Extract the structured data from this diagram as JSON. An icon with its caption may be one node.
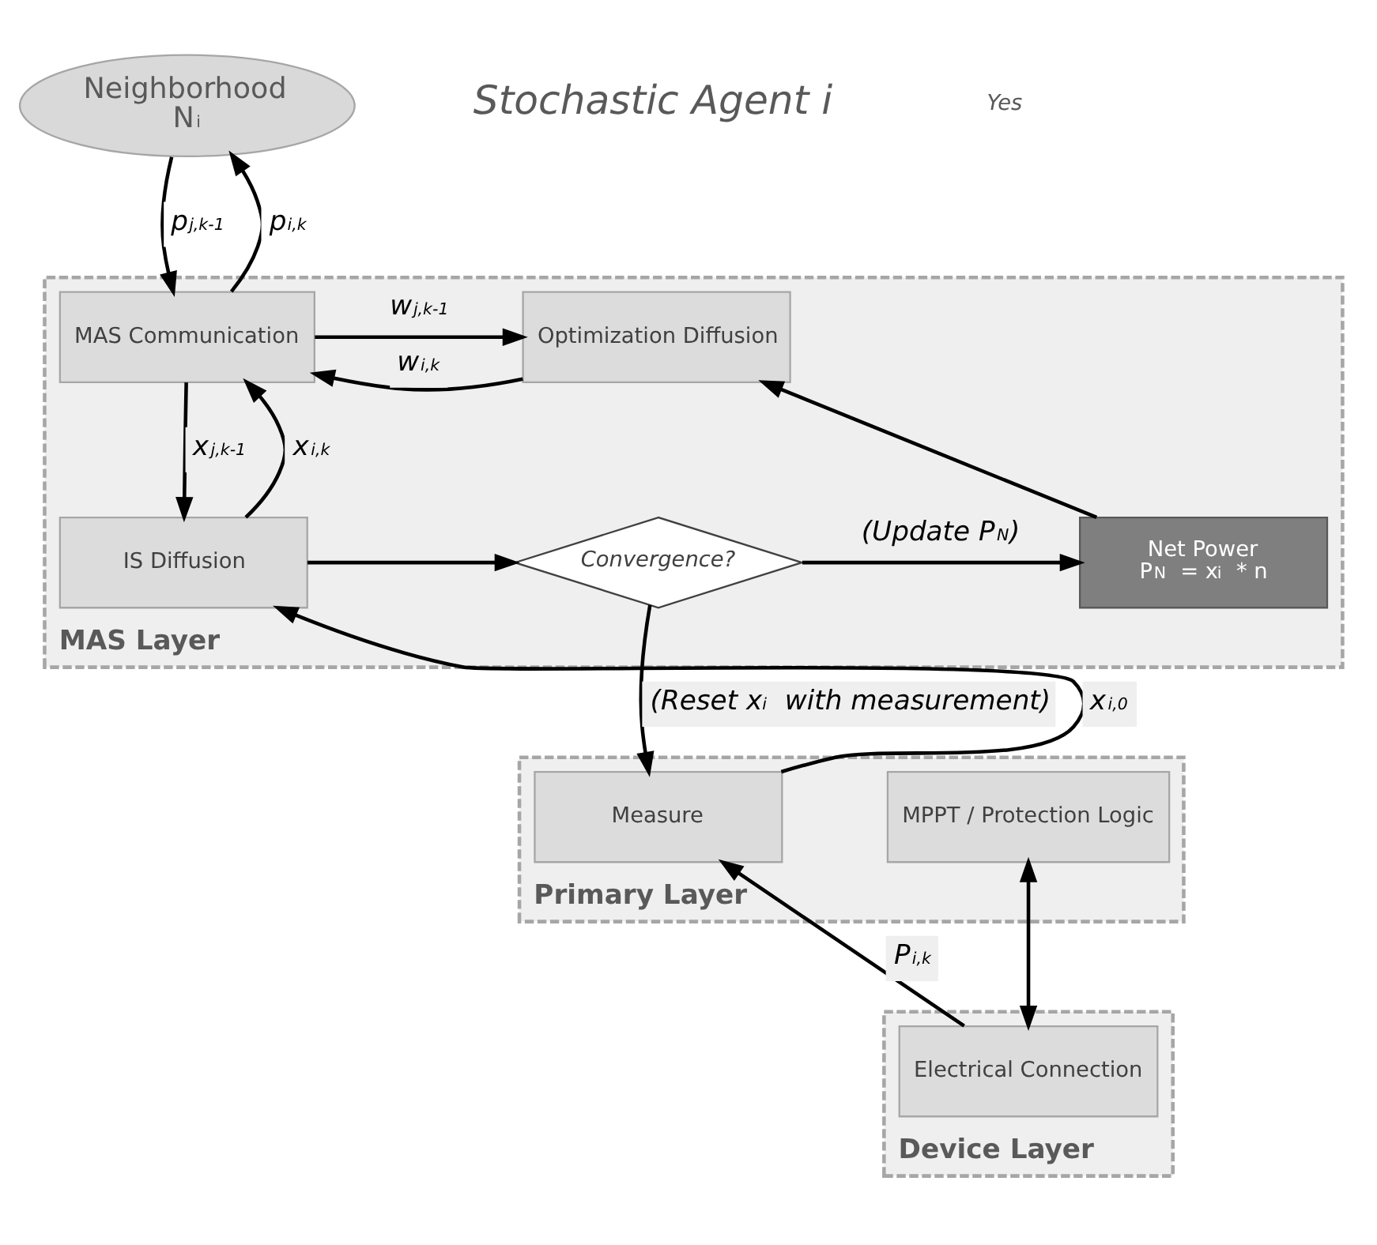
{
  "diagram": {
    "nodes": [
      {
        "text": [
          "Neighborhood",
          "N$_{i}$"
        ]
      },
      {
        "text": [
          "MAS Layer"
        ]
      },
      {
        "text": [
          "Optimization Diffusion"
        ],
        "in": 1
      },
      {
        "text": [
          "MAS Communication"
        ],
        "in": 1
      },
      {
        "text": [
          "Net Power",
          "P$_{N}$ = x$_{i}$ * n"
        ],
        "in": 1
      },
      {
        "text": [
          "Convergence?"
        ],
        "in": 1
      },
      {
        "text": [
          "IS Diffusion"
        ],
        "in": 1
      },
      {
        "text": [
          "Primary Layer"
        ]
      },
      {
        "text": [
          "MPPT / Protection Logic"
        ],
        "in": 7
      },
      {
        "text": [
          "Measure"
        ],
        "in": 7
      },
      {
        "text": [
          "Device Layer"
        ]
      },
      {
        "text": [
          "Electrical Connection"
        ],
        "in": 10
      }
    ],
    "edges": [
      {
        "from": 3,
        "to": 0,
        "arrow": "to",
        "label": "p$_{i,k}$"
      },
      {
        "from": 0,
        "to": 3,
        "arrow": "to",
        "label": "p$_{j,k-1}$"
      },
      {
        "from": 2,
        "to": 3,
        "arrow": "to",
        "label": "w$_{i,k}$"
      },
      {
        "from": 3,
        "to": 2,
        "arrow": "to",
        "label": "w$_{j,k-1}$"
      },
      {
        "from": 6,
        "to": 3,
        "arrow": "to",
        "label": "x$_{i,k}$"
      },
      {
        "from": 3,
        "to": 6,
        "arrow": "to",
        "label": "x$_{j,k-1}$"
      },
      {
        "from": 6,
        "to": 5,
        "arrow": "to"
      },
      {
        "from": 5,
        "to": 4,
        "arrow": "to",
        "label": "(Update P$_{N}$)"
      },
      {
        "from": 5,
        "to": 9,
        "arrow": "to",
        "label": "(Reset x$_{i}$ with measurement)"
      },
      {
        "from": 4,
        "to": 2,
        "arrow": "to"
      },
      {
        "from": 9,
        "to": 6,
        "arrow": "to",
        "label": "x$_{i,0}$"
      },
      {
        "from": 11,
        "to": 9,
        "arrow": "to",
        "label": "P$_{i,k}$"
      },
      {
        "from": 8,
        "to": 11,
        "arrow": "both"
      }
    ],
    "labels": [
      "Stochastic Agent i",
      "Yes"
    ]
  }
}
